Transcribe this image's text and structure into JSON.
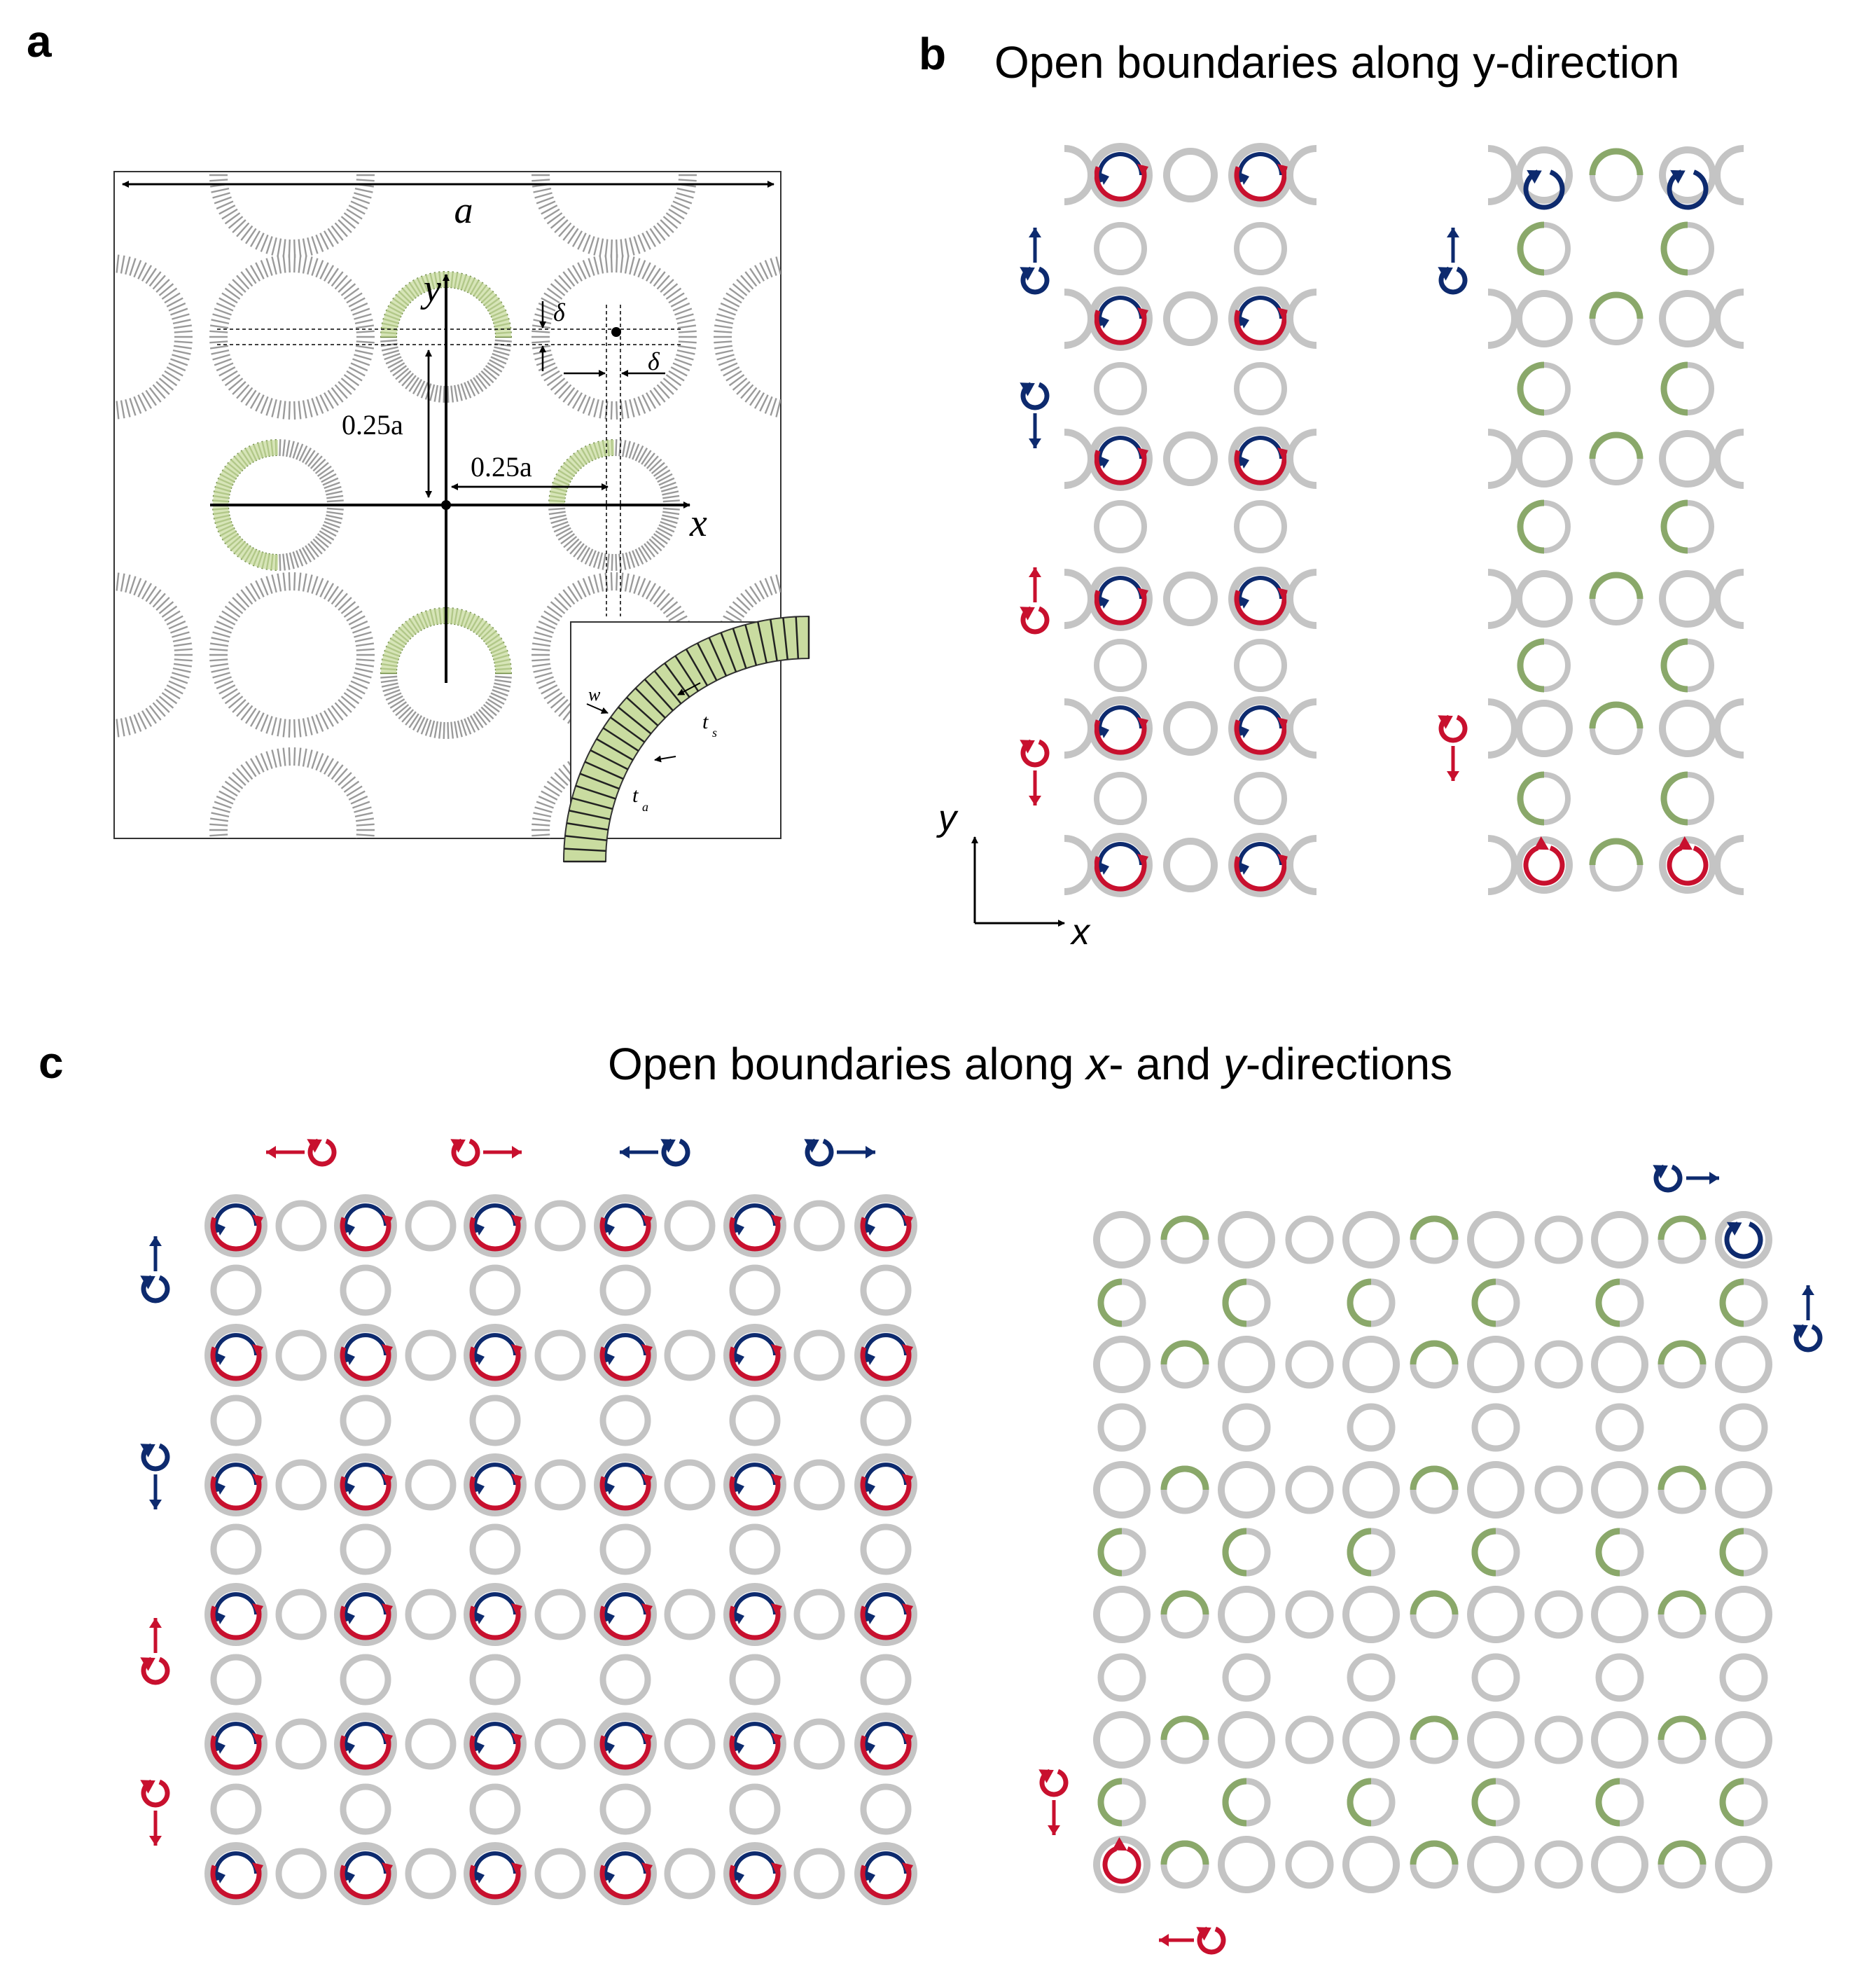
{
  "panels": {
    "a": {
      "label": "a",
      "dims": {
        "a": "a",
        "quarter_y": "0.25a",
        "quarter_x": "0.25a",
        "delta_y": "δ",
        "delta_x": "δ"
      },
      "axes": {
        "x": "x",
        "y": "y"
      },
      "inset": {
        "w": "w",
        "ts": "t",
        "ts_sub": "s",
        "ta": "t",
        "ta_sub": "a"
      }
    },
    "b": {
      "label": "b",
      "title": "Open boundaries along y-direction",
      "axes": {
        "x": "x",
        "y": "y"
      }
    },
    "c": {
      "label": "c",
      "title_parts": [
        "Open boundaries along ",
        "x",
        "- and ",
        "y",
        "-directions"
      ]
    }
  },
  "colors": {
    "red": "#c8102e",
    "blue": "#0d2a6e",
    "green": "#8aa86a",
    "green_fill": "#c9dca0",
    "ring_gray": "#c4c4c4",
    "hatch_gray": "#9a9a9a"
  }
}
